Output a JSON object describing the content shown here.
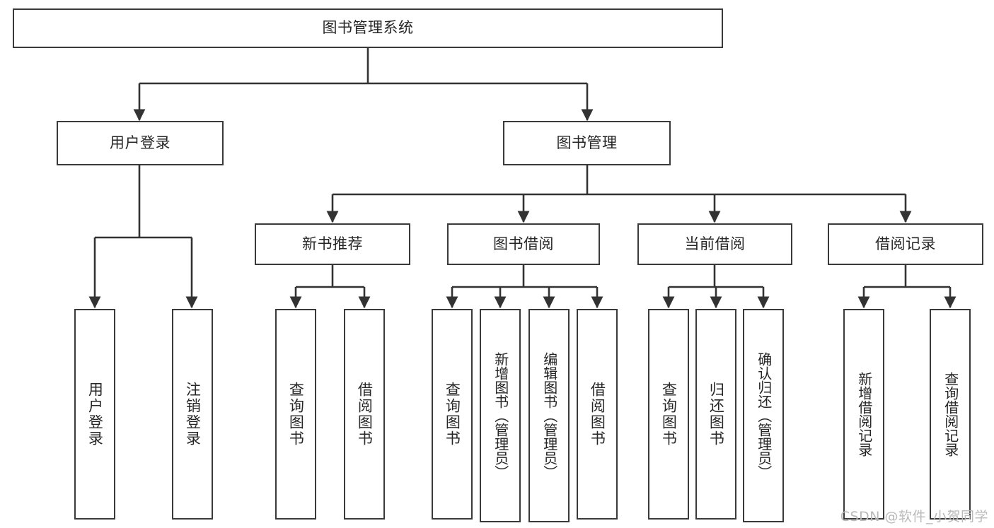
{
  "diagram": {
    "title": "图书管理系统",
    "type": "tree-hierarchy",
    "watermark": "CSDN @软件_小贺同学",
    "colors": {
      "box_border": "#3a3a3a",
      "box_fill": "#ffffff",
      "edge": "#333333",
      "text": "#262626",
      "watermark": "#b9b9b9",
      "background": "#ffffff"
    },
    "nodes": {
      "root": {
        "label": "图书管理系统",
        "level": 1,
        "orientation": "horizontal"
      },
      "user_login": {
        "label": "用户登录",
        "level": 2,
        "orientation": "horizontal"
      },
      "book_manage": {
        "label": "图书管理",
        "level": 2,
        "orientation": "horizontal"
      },
      "new_book_rec": {
        "label": "新书推荐",
        "level": 3,
        "orientation": "horizontal"
      },
      "book_borrow": {
        "label": "图书借阅",
        "level": 3,
        "orientation": "horizontal"
      },
      "current_borrow": {
        "label": "当前借阅",
        "level": 3,
        "orientation": "horizontal"
      },
      "borrow_record": {
        "label": "借阅记录",
        "level": 3,
        "orientation": "horizontal"
      },
      "leaf_user_login": {
        "label": "用户登录",
        "level": 4,
        "orientation": "vertical"
      },
      "leaf_user_logout": {
        "label": "注销登录",
        "level": 4,
        "orientation": "vertical"
      },
      "leaf_rec_query": {
        "label": "查询图书",
        "level": 4,
        "orientation": "vertical"
      },
      "leaf_rec_borrow": {
        "label": "借阅图书",
        "level": 4,
        "orientation": "vertical"
      },
      "leaf_borrow_query": {
        "label": "查询图书",
        "level": 4,
        "orientation": "vertical"
      },
      "leaf_borrow_add": {
        "label": "新增图书（管理员）",
        "level": 4,
        "orientation": "vertical"
      },
      "leaf_borrow_edit": {
        "label": "编辑图书（管理员）",
        "level": 4,
        "orientation": "vertical"
      },
      "leaf_borrow_lend": {
        "label": "借阅图书",
        "level": 4,
        "orientation": "vertical"
      },
      "leaf_cur_query": {
        "label": "查询图书",
        "level": 4,
        "orientation": "vertical"
      },
      "leaf_cur_return": {
        "label": "归还图书",
        "level": 4,
        "orientation": "vertical"
      },
      "leaf_cur_confirm": {
        "label": "确认归还（管理员）",
        "level": 4,
        "orientation": "vertical"
      },
      "leaf_rec_add": {
        "label": "新增借阅记录",
        "level": 4,
        "orientation": "vertical"
      },
      "leaf_rec_search": {
        "label": "查询借阅记录",
        "level": 4,
        "orientation": "vertical"
      }
    },
    "edges": [
      {
        "from": "root",
        "to": "user_login"
      },
      {
        "from": "root",
        "to": "book_manage"
      },
      {
        "from": "user_login",
        "to": "leaf_user_login"
      },
      {
        "from": "user_login",
        "to": "leaf_user_logout"
      },
      {
        "from": "book_manage",
        "to": "new_book_rec"
      },
      {
        "from": "book_manage",
        "to": "book_borrow"
      },
      {
        "from": "book_manage",
        "to": "current_borrow"
      },
      {
        "from": "book_manage",
        "to": "borrow_record"
      },
      {
        "from": "new_book_rec",
        "to": "leaf_rec_query"
      },
      {
        "from": "new_book_rec",
        "to": "leaf_rec_borrow"
      },
      {
        "from": "book_borrow",
        "to": "leaf_borrow_query"
      },
      {
        "from": "book_borrow",
        "to": "leaf_borrow_add"
      },
      {
        "from": "book_borrow",
        "to": "leaf_borrow_edit"
      },
      {
        "from": "book_borrow",
        "to": "leaf_borrow_lend"
      },
      {
        "from": "current_borrow",
        "to": "leaf_cur_query"
      },
      {
        "from": "current_borrow",
        "to": "leaf_cur_return"
      },
      {
        "from": "current_borrow",
        "to": "leaf_cur_confirm"
      },
      {
        "from": "borrow_record",
        "to": "leaf_rec_add"
      },
      {
        "from": "borrow_record",
        "to": "leaf_rec_search"
      }
    ]
  }
}
